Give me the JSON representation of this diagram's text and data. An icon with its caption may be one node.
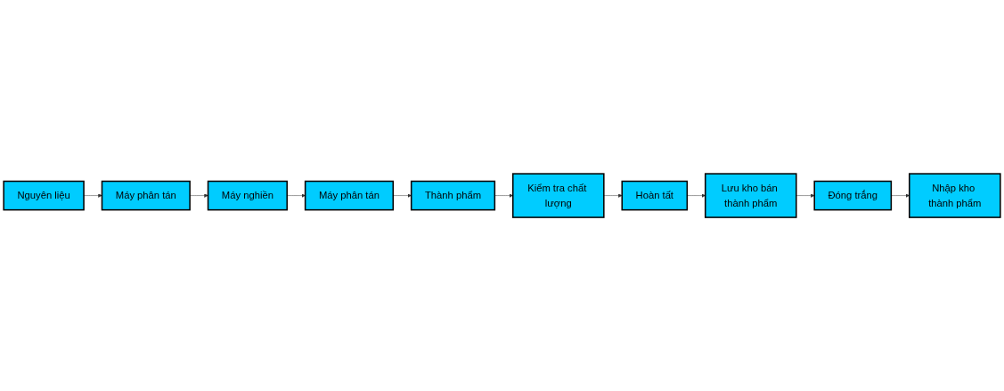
{
  "diagram": {
    "nodes": [
      {
        "text": [
          "Nguyên liệu"
        ]
      },
      {
        "text": [
          "Máy phân tán"
        ]
      },
      {
        "text": [
          "Máy nghiền"
        ]
      },
      {
        "text": [
          "Máy phân tán"
        ]
      },
      {
        "text": [
          "Thành phẩm"
        ]
      },
      {
        "text": [
          "Kiểm tra chất lượng"
        ]
      },
      {
        "text": [
          "Hoàn tất"
        ]
      },
      {
        "text": [
          "Lưu kho bán thành phẩm"
        ]
      },
      {
        "text": [
          "Đóng trắng"
        ]
      },
      {
        "text": [
          "Nhập kho thành phẩm"
        ]
      }
    ],
    "edges": [
      {
        "from": 0,
        "to": 1,
        "arrow": "to"
      },
      {
        "from": 1,
        "to": 2,
        "arrow": "to"
      },
      {
        "from": 2,
        "to": 3,
        "arrow": "to"
      },
      {
        "from": 3,
        "to": 4,
        "arrow": "to"
      },
      {
        "from": 4,
        "to": 5,
        "arrow": "to"
      },
      {
        "from": 5,
        "to": 6,
        "arrow": "to"
      },
      {
        "from": 6,
        "to": 7,
        "arrow": "to"
      },
      {
        "from": 7,
        "to": 8,
        "arrow": "to"
      },
      {
        "from": 8,
        "to": 9,
        "arrow": "to"
      }
    ]
  }
}
